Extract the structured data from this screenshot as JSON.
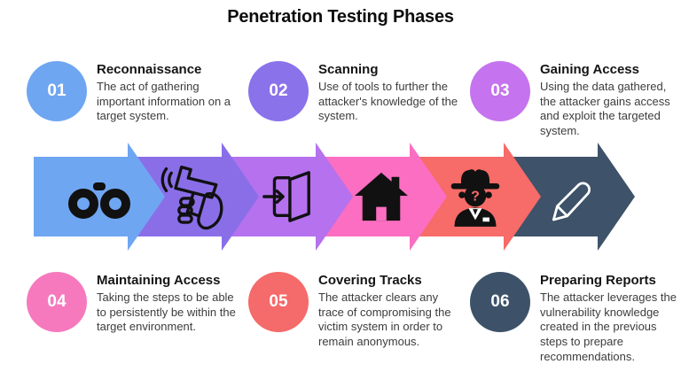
{
  "title": "Penetration Testing Phases",
  "phases": [
    {
      "number": "01",
      "title": "Reconnaissance",
      "description": "The act of gathering important information on a target system.",
      "circle_color": "#6FA6F2",
      "arrow_color": "#6FA6F2",
      "icon": "binoculars-icon",
      "icon_color": "#111111"
    },
    {
      "number": "02",
      "title": "Scanning",
      "description": "Use of tools to further the attacker's knowledge of the system.",
      "circle_color": "#8A72EB",
      "arrow_color": "#8A6EE8",
      "icon": "scanner-gun-icon",
      "icon_color": "#111111"
    },
    {
      "number": "03",
      "title": "Gaining Access",
      "description": "Using the data gathered, the attacker gains access and exploit the targeted system.",
      "circle_color": "#C573EE",
      "arrow_color": "#B571EE",
      "icon": "door-entry-icon",
      "icon_color": "#111111"
    },
    {
      "number": "04",
      "title": "Maintaining Access",
      "description": "Taking the steps to be able to persistently be within the target environment.",
      "circle_color": "#F679BE",
      "arrow_color": "#FB6EC1",
      "icon": "house-icon",
      "icon_color": "#111111"
    },
    {
      "number": "05",
      "title": "Covering Tracks",
      "description": "The attacker clears any trace of compromising the victim system in order to remain anonymous.",
      "circle_color": "#F56A6A",
      "arrow_color": "#F76B68",
      "icon": "spy-icon",
      "icon_color": "#111111"
    },
    {
      "number": "06",
      "title": "Preparing Reports",
      "description": "The attacker leverages the vulnerability knowledge created in the previous steps to prepare recommendations.",
      "circle_color": "#3D5269",
      "arrow_color": "#3E5269",
      "icon": "pencil-icon",
      "icon_color": "#ffffff"
    }
  ]
}
